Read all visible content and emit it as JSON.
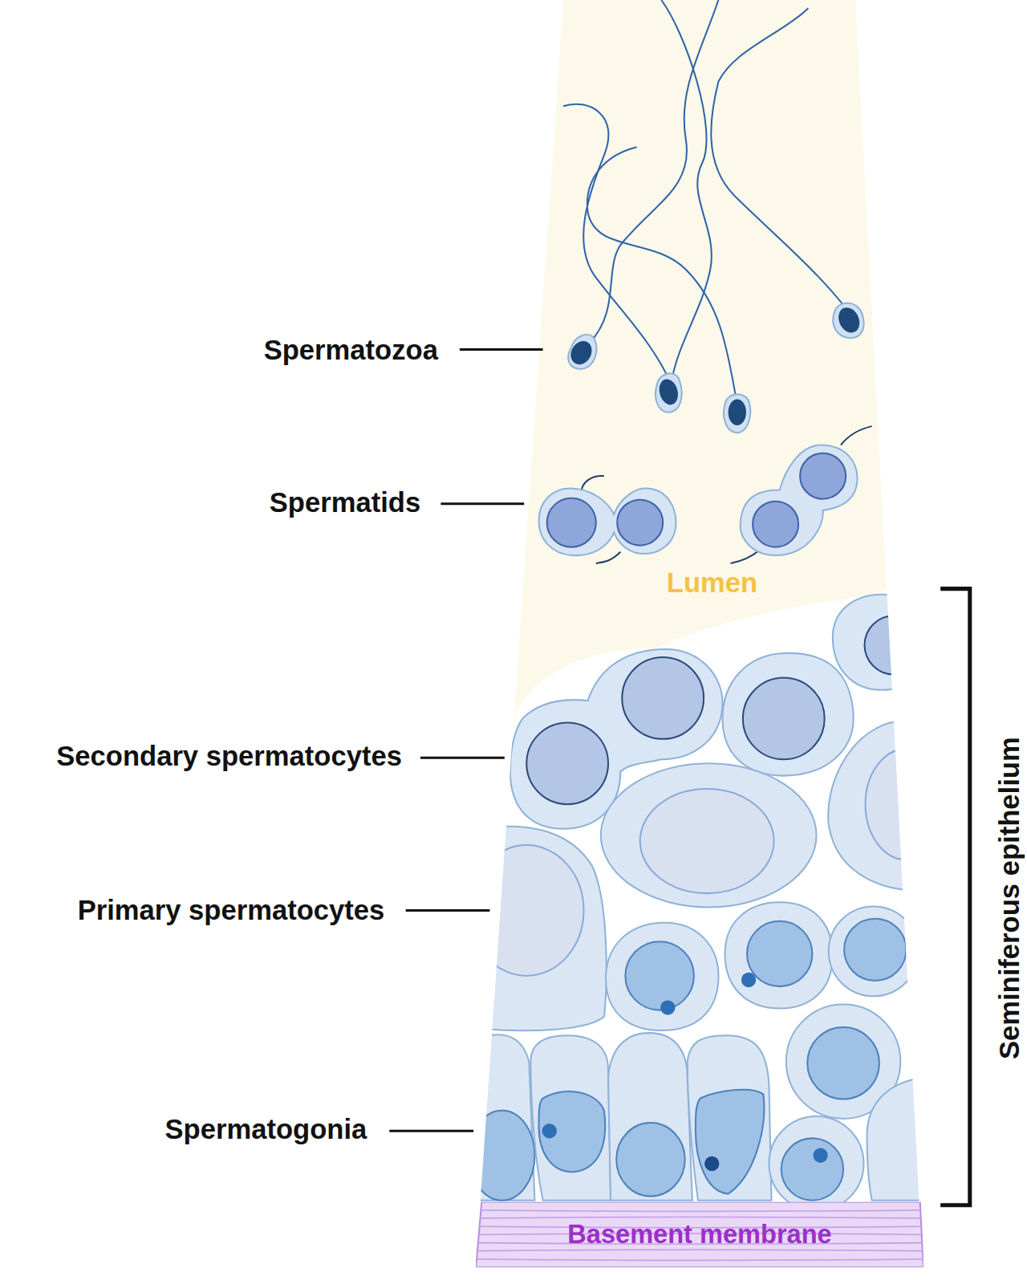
{
  "diagram": {
    "nodes": [
      {
        "text": [
          "Basement membrane"
        ]
      }
    ],
    "labels": [
      "Spermatozoa",
      "Spermatids",
      "Lumen",
      "Secondary spermatocytes",
      "Primary spermatocytes",
      "Spermatogonia",
      "Seminiferous epithelium"
    ]
  }
}
